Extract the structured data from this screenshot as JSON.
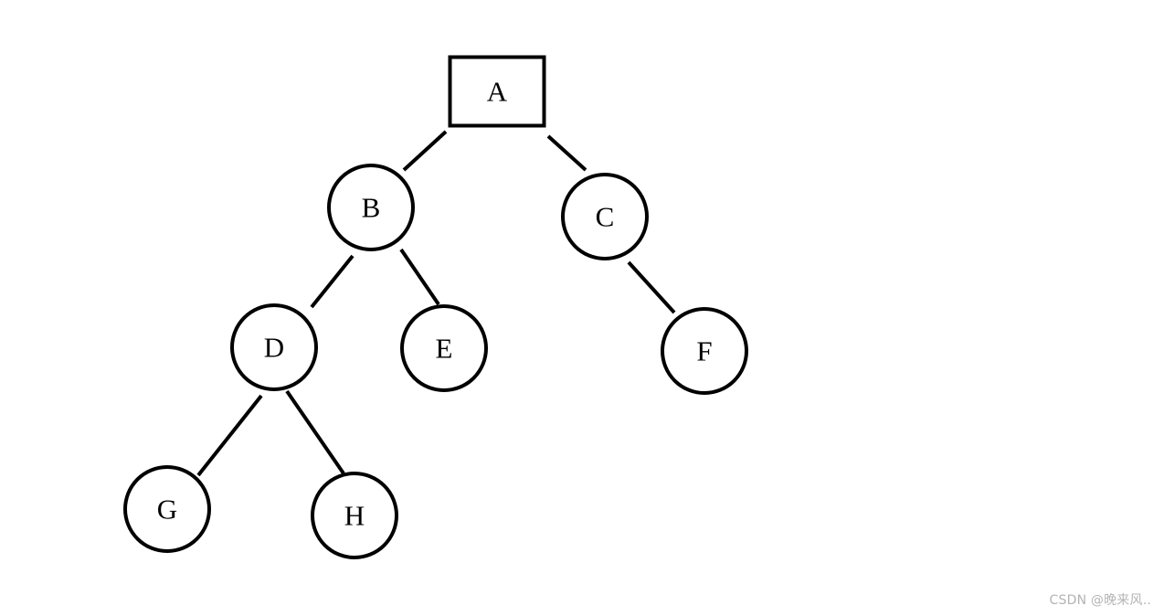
{
  "diagram": {
    "root": "A",
    "nodes": [
      {
        "id": "A",
        "label": "A",
        "shape": "rect"
      },
      {
        "id": "B",
        "label": "B",
        "shape": "circle"
      },
      {
        "id": "C",
        "label": "C",
        "shape": "circle"
      },
      {
        "id": "D",
        "label": "D",
        "shape": "circle"
      },
      {
        "id": "E",
        "label": "E",
        "shape": "circle"
      },
      {
        "id": "F",
        "label": "F",
        "shape": "circle"
      },
      {
        "id": "G",
        "label": "G",
        "shape": "circle"
      },
      {
        "id": "H",
        "label": "H",
        "shape": "circle"
      }
    ],
    "edges": [
      {
        "from": "A",
        "to": "B"
      },
      {
        "from": "A",
        "to": "C"
      },
      {
        "from": "B",
        "to": "D"
      },
      {
        "from": "B",
        "to": "E"
      },
      {
        "from": "C",
        "to": "F"
      },
      {
        "from": "D",
        "to": "G"
      },
      {
        "from": "D",
        "to": "H"
      }
    ]
  },
  "watermark": {
    "text": "CSDN @晚来风.."
  },
  "colors": {
    "stroke": "#000000",
    "background": "#ffffff",
    "watermark": "#b4b4b4"
  }
}
